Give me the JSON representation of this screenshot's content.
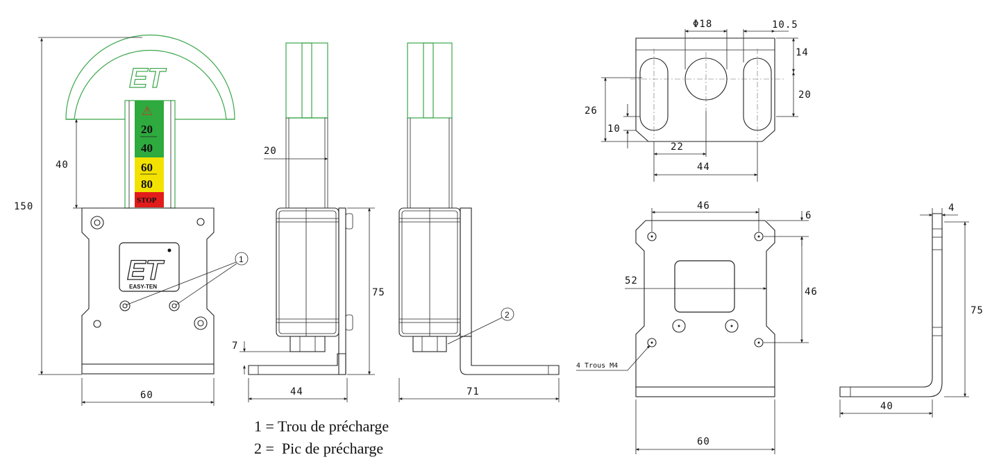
{
  "scale": {
    "warning_symbol": "⚠",
    "green_top": "20",
    "green_bottom": "40",
    "yellow_top": "60",
    "yellow_bottom": "80",
    "stop": "STOP",
    "colors": {
      "green": "#2eaa3e",
      "yellow": "#f3e200",
      "red": "#e21b1b",
      "outline": "#3aa64a"
    }
  },
  "logo": {
    "text": "ET",
    "brand": "EASY-TEN"
  },
  "callouts": {
    "one": "1",
    "two": "2"
  },
  "front_view": {
    "height_total": "150",
    "height_scale": "40",
    "width": "60"
  },
  "side_view_a": {
    "stem_width": "20",
    "body_height": "75",
    "nut_height": "7",
    "base_width": "44"
  },
  "side_view_b": {
    "base_width": "71"
  },
  "top_detail": {
    "hole_diameter": "Φ18",
    "edge_offset": "10.5",
    "top_offset": "14",
    "slot_length": "20",
    "height": "26",
    "slot_width": "10",
    "half_spacing": "22",
    "spacing": "44"
  },
  "bracket_front": {
    "hole_spacing_top": "46",
    "top_offset": "6",
    "inner_width": "52",
    "hole_spacing_vertical": "46",
    "note": "4 Trous M4",
    "width": "60"
  },
  "bracket_side": {
    "thickness": "4",
    "height": "75",
    "base_length": "40"
  },
  "legend": {
    "line1": "1 = Trou de précharge",
    "line2": "2 =  Pic de précharge"
  }
}
